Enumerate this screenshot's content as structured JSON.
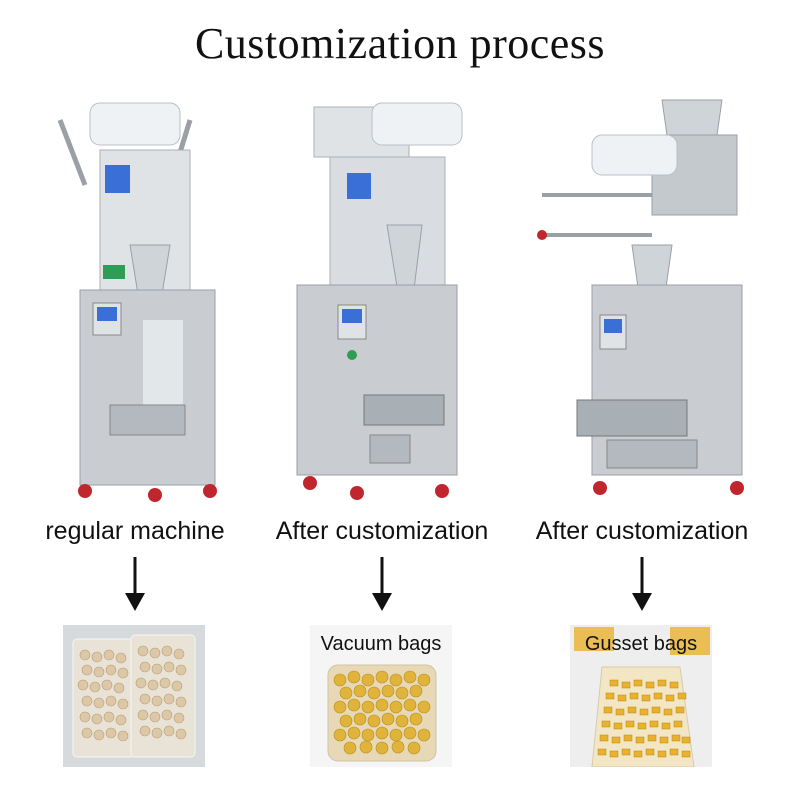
{
  "title": "Customization process",
  "columns": [
    {
      "caption": "regular machine",
      "bag_label": ""
    },
    {
      "caption": "After customization",
      "bag_label": "Vacuum bags"
    },
    {
      "caption": "After customization",
      "bag_label": "Gusset bags"
    }
  ],
  "colors": {
    "steel": "#c9cdd1",
    "steel_dark": "#9aa0a6",
    "film": "#eef2f5",
    "panel_blue": "#3b6fd8",
    "bean_light": "#dcc7a6",
    "bean_yellow": "#e0b43a",
    "corn_yellow": "#e8b12e",
    "caster_red": "#c0262d"
  }
}
